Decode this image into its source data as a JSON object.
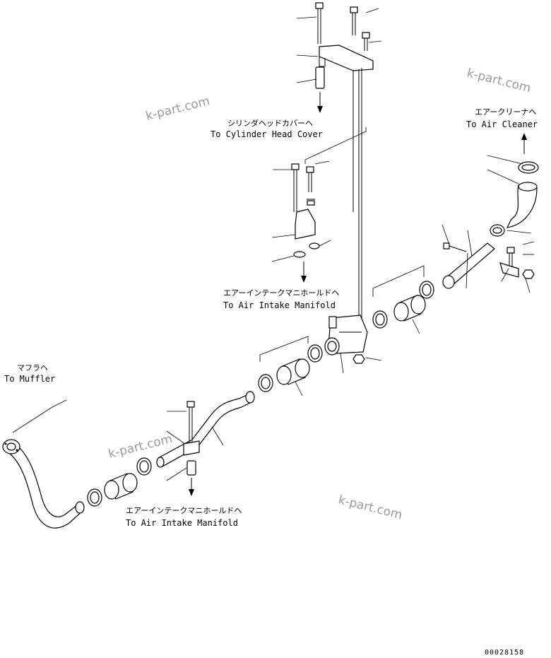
{
  "labels": {
    "cylinder_head_jp": "シリンダヘッドカバーヘ",
    "cylinder_head_en": "To Cylinder Head Cover",
    "air_cleaner_jp": "エアークリーナヘ",
    "air_cleaner_en": "To Air Cleaner",
    "intake_upper_jp": "エアーインテークマニホールドヘ",
    "intake_upper_en": "To Air Intake Manifold",
    "muffler_jp": "マフラヘ",
    "muffler_en": "To Muffler",
    "intake_lower_jp": "エアーインテークマニホールドヘ",
    "intake_lower_en": "To Air Intake Manifold"
  },
  "watermarks": [
    "k-part.com",
    "k-part.com",
    "k-part.com",
    "k-part.com"
  ],
  "drawing_code": "00028158"
}
